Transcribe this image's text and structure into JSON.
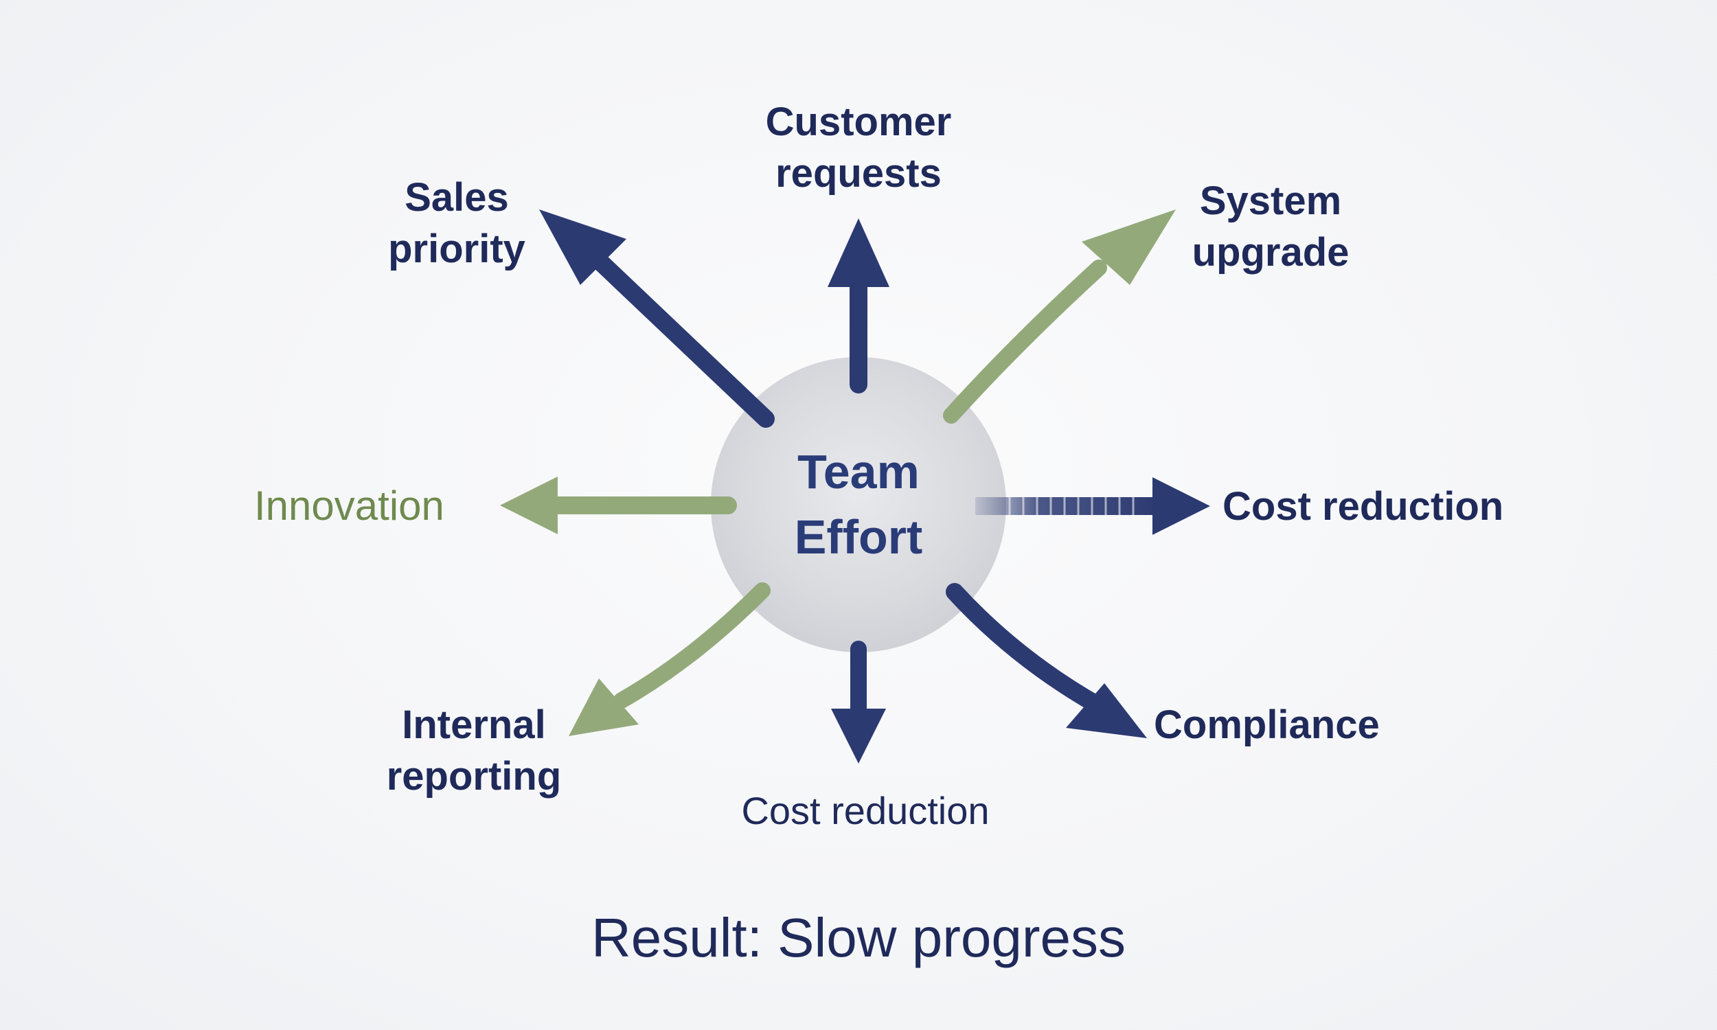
{
  "center": {
    "line1": "Team",
    "line2": "Effort"
  },
  "labels": {
    "customer_requests": {
      "line1": "Customer",
      "line2": "requests"
    },
    "sales_priority": {
      "line1": "Sales",
      "line2": "priority"
    },
    "system_upgrade": {
      "line1": "System",
      "line2": "upgrade"
    },
    "innovation": "Innovation",
    "cost_reduction_right": "Cost reduction",
    "internal_reporting": {
      "line1": "Internal",
      "line2": "reporting"
    },
    "compliance": "Compliance",
    "cost_reduction_bottom": "Cost reduction"
  },
  "result": "Result: Slow progress",
  "colors": {
    "navy": "#1f2a5a",
    "navy_arrow": "#2c3a72",
    "green_arrow": "#93a97a",
    "green_text": "#6f8a4e",
    "circle_fill": "#d9dade"
  }
}
